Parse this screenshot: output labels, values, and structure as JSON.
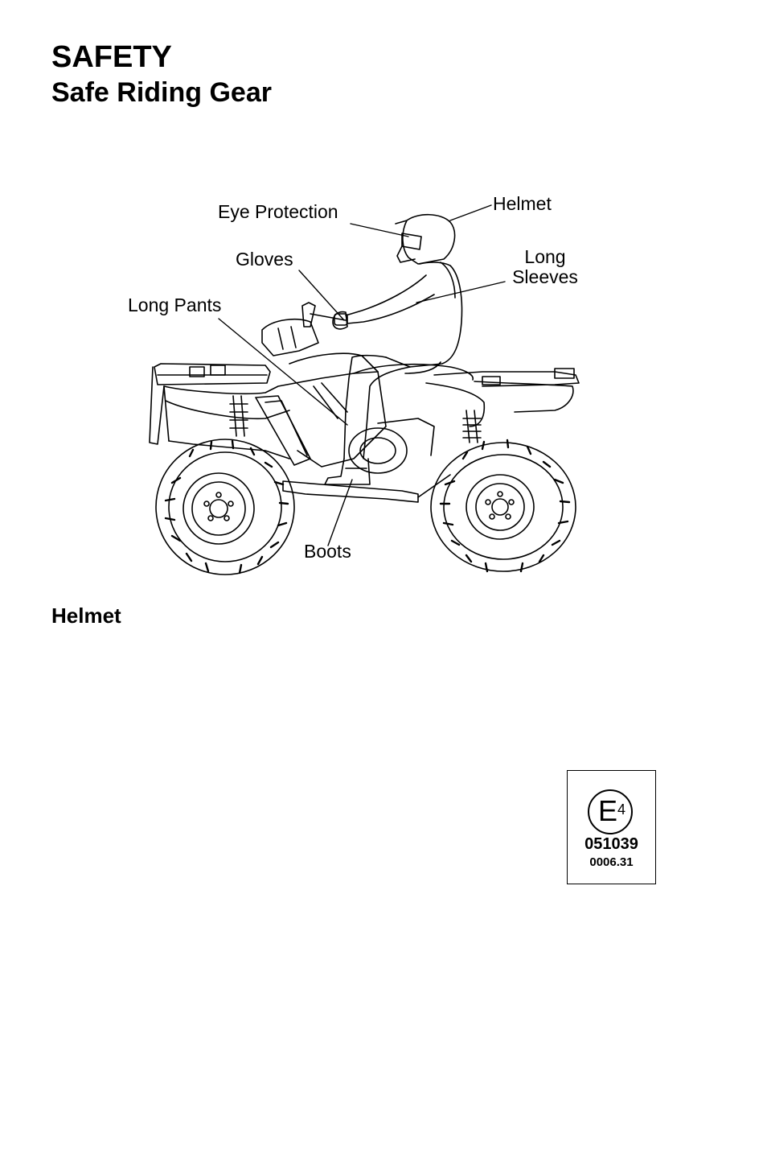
{
  "header": {
    "title": "SAFETY",
    "subtitle": "Safe Riding Gear"
  },
  "figure": {
    "labels": {
      "eye_protection": "Eye Protection",
      "helmet": "Helmet",
      "gloves": "Gloves",
      "long_sleeves_line1": "Long",
      "long_sleeves_line2": "Sleeves",
      "long_pants": "Long Pants",
      "boots": "Boots"
    }
  },
  "sections": {
    "helmet_heading": "Helmet"
  },
  "ece_label": {
    "letter": "E",
    "country_number": "4",
    "approval_number": "051039",
    "serial_number": "0006.31"
  }
}
